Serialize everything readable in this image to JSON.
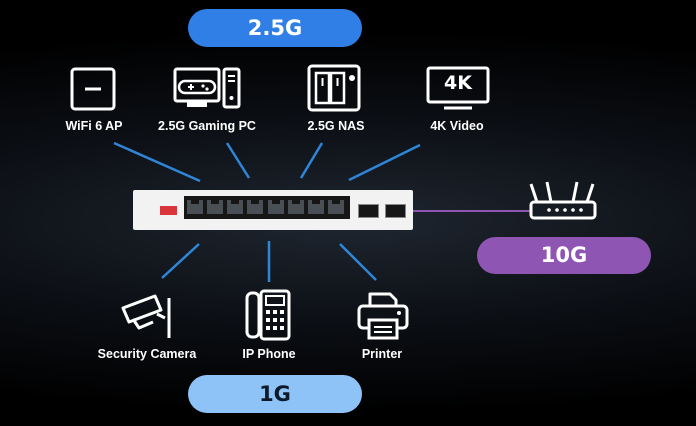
{
  "speed_groups": {
    "top": "2.5G",
    "bottom": "1G",
    "uplink": "10G"
  },
  "devices": {
    "top": [
      {
        "label": "WiFi 6 AP",
        "icon": "wifi-ap-icon"
      },
      {
        "label": "2.5G Gaming PC",
        "icon": "gaming-pc-icon"
      },
      {
        "label": "2.5G NAS",
        "icon": "nas-icon"
      },
      {
        "label": "4K Video",
        "icon": "tv-4k-icon",
        "icon_text": "4K"
      }
    ],
    "bottom": [
      {
        "label": "Security Camera",
        "icon": "security-camera-icon"
      },
      {
        "label": "IP Phone",
        "icon": "ip-phone-icon"
      },
      {
        "label": "Printer",
        "icon": "printer-icon"
      }
    ],
    "uplink": {
      "icon": "router-icon"
    }
  },
  "switch": {
    "icon": "network-switch-icon",
    "rj45_ports": 8,
    "sfp_ports": 2
  },
  "colors": {
    "pill_2_5g": "#2f7fe6",
    "pill_1g": "#8ec3f7",
    "pill_10g": "#8e55b3",
    "link_line": "#2f86d8",
    "uplink_line": "#8e55b3"
  }
}
